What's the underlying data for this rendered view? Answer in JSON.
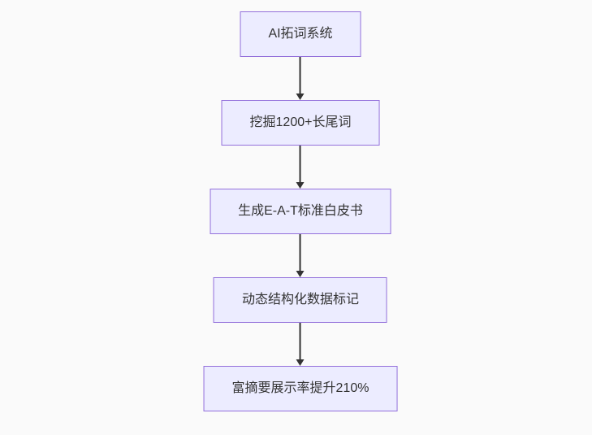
{
  "diagram": {
    "type": "flowchart-vertical",
    "colors": {
      "background": "#fafafa",
      "node_fill": "#ECECFF",
      "node_border": "#9370DB",
      "arrow_color": "#333333",
      "text_color": "#333333"
    },
    "nodes": [
      {
        "label": "AI拓词系统"
      },
      {
        "label": "挖掘1200+长尾词"
      },
      {
        "label": "生成E-A-T标准白皮书"
      },
      {
        "label": "动态结构化数据标记"
      },
      {
        "label": "富摘要展示率提升210%"
      }
    ],
    "edges": [
      {
        "from": 0,
        "to": 1
      },
      {
        "from": 1,
        "to": 2
      },
      {
        "from": 2,
        "to": 3
      },
      {
        "from": 3,
        "to": 4
      }
    ]
  }
}
